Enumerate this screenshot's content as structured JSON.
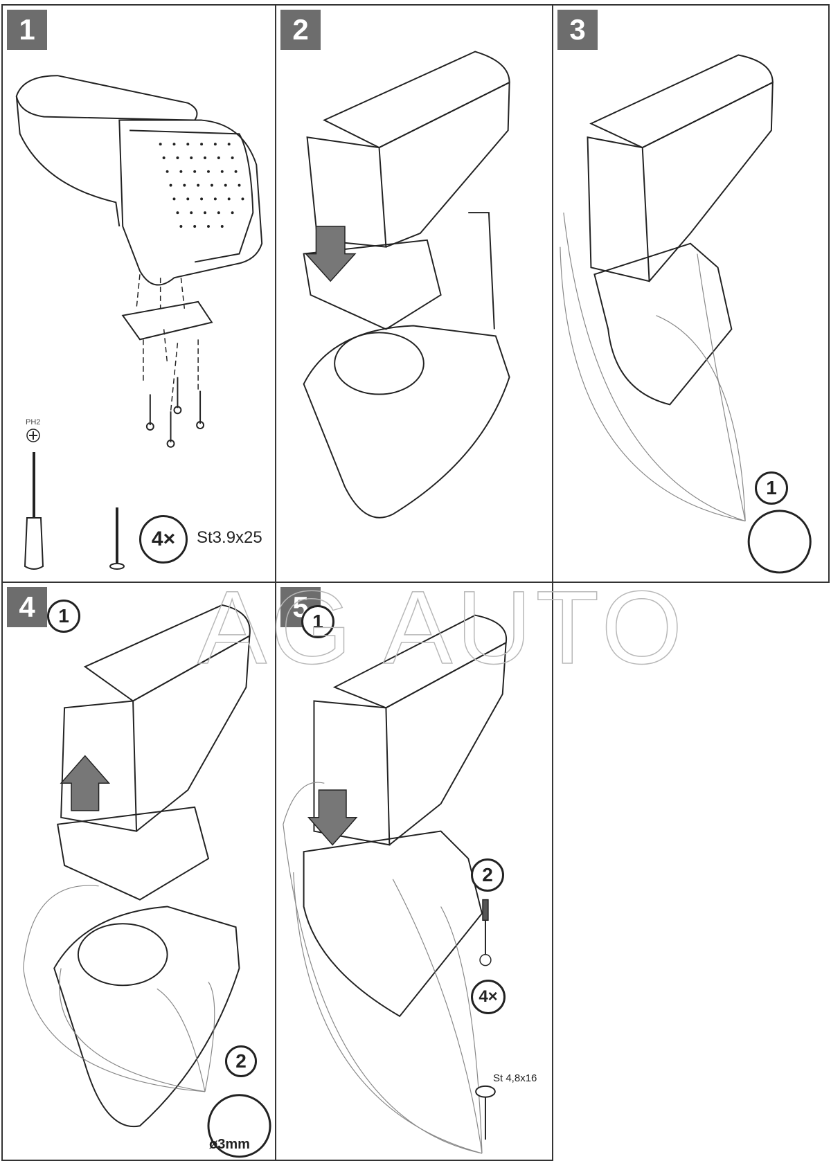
{
  "document": {
    "type": "installation-instructions",
    "watermark": "AG AUTO"
  },
  "steps": [
    {
      "number": "1",
      "tool_label": "PH2",
      "screw_count": "4×",
      "screw_spec": "St3.9x25"
    },
    {
      "number": "2"
    },
    {
      "number": "3",
      "substep": "1"
    },
    {
      "number": "4",
      "substeps": [
        "1",
        "2"
      ],
      "drill_size": "ø3mm"
    },
    {
      "number": "5",
      "substeps": [
        "1",
        "2"
      ],
      "screw_count": "4×",
      "screw_spec": "St 4,8x16"
    }
  ],
  "colors": {
    "badge": "#6d6d6d",
    "line": "#222222",
    "border": "#333333",
    "watermark": "#b8b8b8"
  }
}
